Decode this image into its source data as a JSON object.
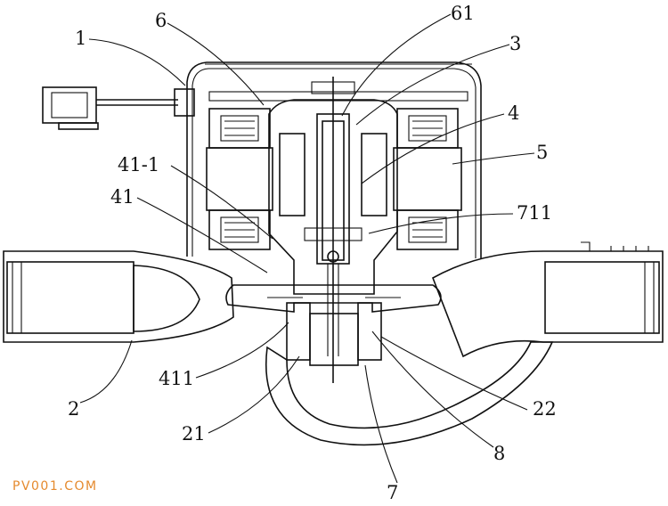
{
  "labels": {
    "l1": "1",
    "l6": "6",
    "l61": "61",
    "l3": "3",
    "l4": "4",
    "l5": "5",
    "l41_1": "41-1",
    "l41": "41",
    "l711": "711",
    "l2": "2",
    "l411": "411",
    "l22": "22",
    "l21": "21",
    "l8": "8",
    "l7": "7"
  },
  "watermark": "PV001.COM",
  "colors": {
    "line": "#111111",
    "watermark": "#e58a2e",
    "background": "#ffffff"
  }
}
